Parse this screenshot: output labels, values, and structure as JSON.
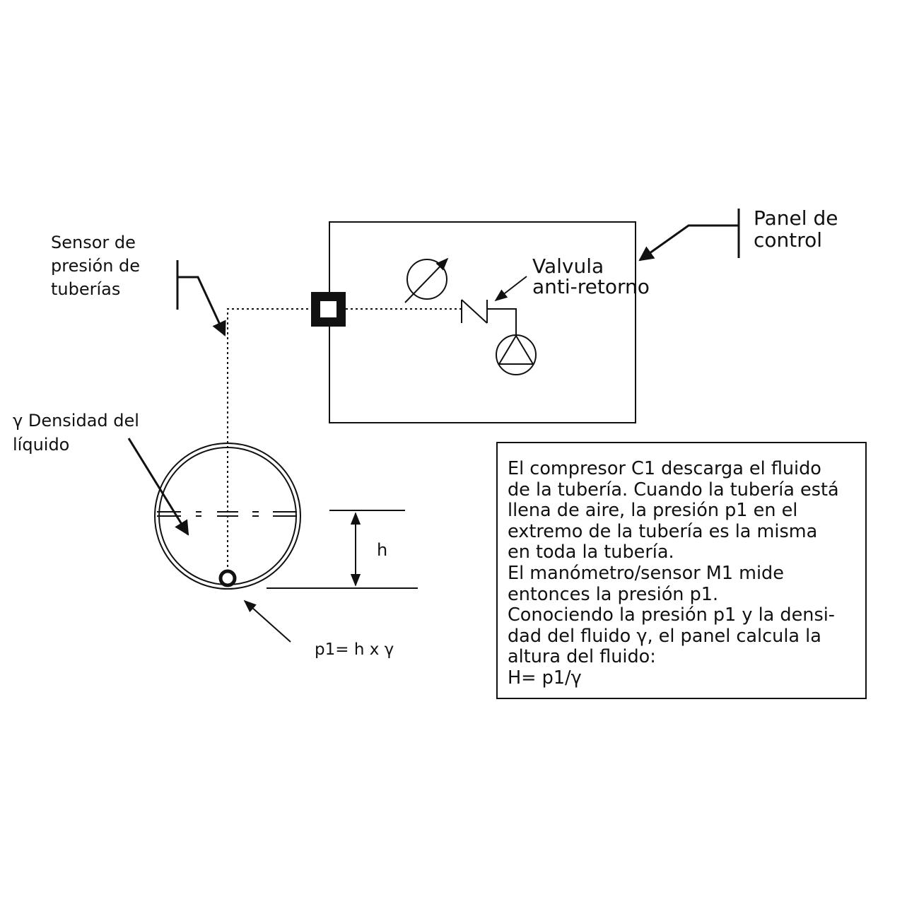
{
  "labels": {
    "sensor": [
      "Sensor de",
      "presión de",
      "tuberías"
    ],
    "panel": [
      "Panel de",
      "control"
    ],
    "valve": [
      "Valvula",
      "anti-retorno"
    ],
    "density": [
      "γ  Densidad del",
      "líquido"
    ],
    "height": "h",
    "formula": "p1= h x γ"
  },
  "explanation": [
    "El compresor C1 descarga el fluido",
    "de la tubería. Cuando la tubería está",
    "llena de aire, la presión p1 en el",
    "extremo de la tubería es la misma",
    "en toda la tubería.",
    "El manómetro/sensor M1 mide",
    "entonces la presión p1.",
    "Conociendo la presión p1 y la densi-",
    "dad del fluido γ, el panel  calcula la",
    "altura del fluido:",
    "H= p1/γ"
  ],
  "colors": {
    "line": "#111111",
    "background": "#ffffff"
  }
}
